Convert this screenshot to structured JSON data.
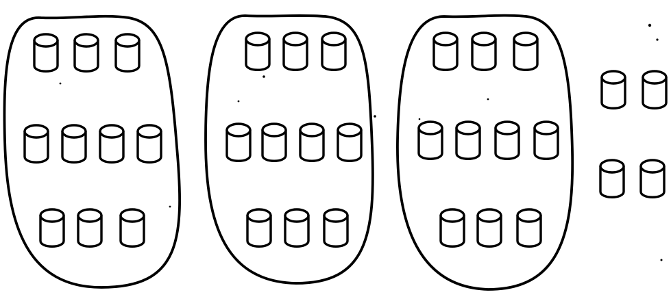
{
  "diagram": {
    "description_type": "grouping-of-objects",
    "object_icon": "cylinder-can-icon",
    "stroke_color": "#000000",
    "background_color": "#ffffff",
    "groups": [
      {
        "name": "group-1",
        "rows": [
          3,
          4,
          3
        ],
        "count": 10,
        "circled": true
      },
      {
        "name": "group-2",
        "rows": [
          3,
          4,
          3
        ],
        "count": 10,
        "circled": true
      },
      {
        "name": "group-3",
        "rows": [
          3,
          4,
          3
        ],
        "count": 10,
        "circled": true
      },
      {
        "name": "leftover",
        "rows": [
          2,
          2
        ],
        "count": 4,
        "circled": false
      }
    ]
  }
}
